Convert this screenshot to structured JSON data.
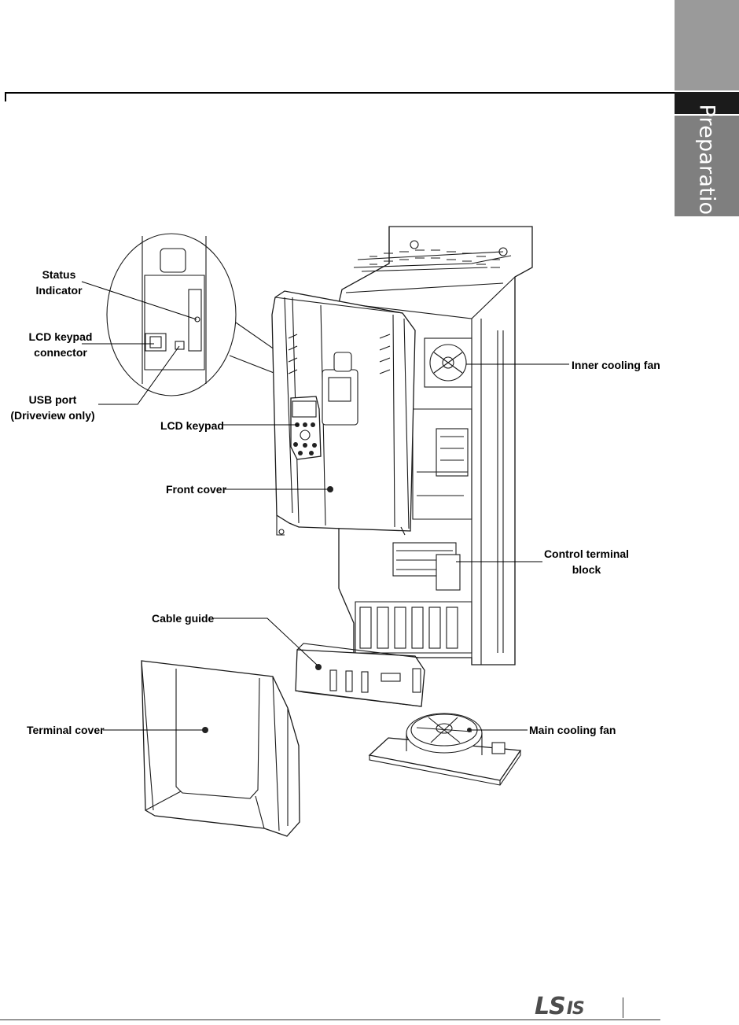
{
  "side_tab": {
    "label": "Preparation"
  },
  "labels": {
    "status_indicator_line1": "Status",
    "status_indicator_line2": "Indicator",
    "lcd_keypad_connector_line1": "LCD keypad",
    "lcd_keypad_connector_line2": "connector",
    "usb_port_line1": "USB port",
    "usb_port_line2": "(Driveview only)",
    "lcd_keypad": "LCD keypad",
    "front_cover": "Front cover",
    "inner_cooling_fan": "Inner cooling fan",
    "control_terminal_block_line1": "Control terminal",
    "control_terminal_block_line2": "block",
    "cable_guide": "Cable guide",
    "terminal_cover": "Terminal cover",
    "main_cooling_fan": "Main cooling fan"
  },
  "footer": {
    "logo_main": "LS",
    "logo_sub": "IS"
  }
}
